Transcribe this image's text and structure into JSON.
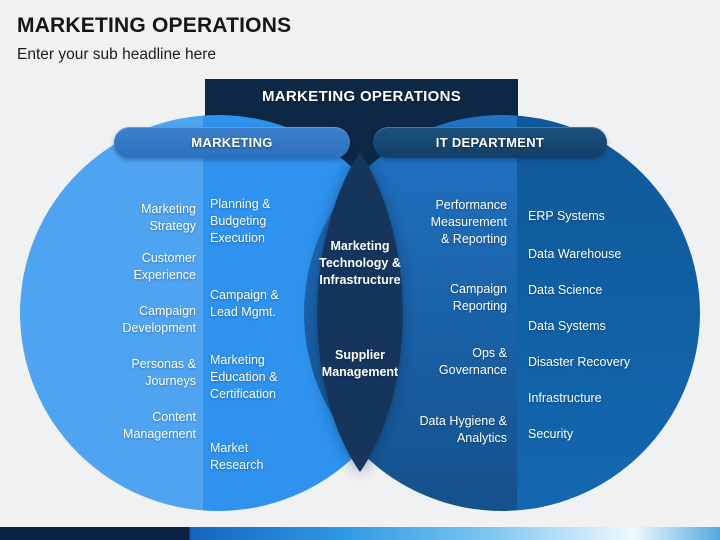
{
  "slide": {
    "title": "MARKETING OPERATIONS",
    "subtitle": "Enter your sub headline here"
  },
  "diagram": {
    "header": "MARKETING OPERATIONS",
    "marketing": {
      "pill": "MARKETING",
      "outer_items": [
        "Marketing Strategy",
        "Customer Experience",
        "Campaign Development",
        "Personas & Journeys",
        "Content Management"
      ],
      "inner_items": [
        "Planning & Budgeting Execution",
        "Campaign & Lead Mgmt.",
        "Marketing Education & Certification",
        "Market Research"
      ]
    },
    "overlap": {
      "items": [
        "Marketing Technology & Infrastructure",
        "Supplier Management"
      ]
    },
    "it": {
      "pill": "IT DEPARTMENT",
      "inner_items": [
        "Performance Measurement & Reporting",
        "Campaign Reporting",
        "Ops & Governance",
        "Data Hygiene & Analytics"
      ],
      "outer_items": [
        "ERP Systems",
        "Data Warehouse",
        "Data Science",
        "Data Systems",
        "Disaster Recovery",
        "Infrastructure",
        "Security"
      ]
    }
  },
  "colors": {
    "background": "#F0F1F2",
    "header_box": "#0D2845",
    "marketing_pill": "#2F78C8",
    "it_pill": "#16466F",
    "marketing_outer_band": "#4FA4F2",
    "marketing_inner_band": "#2E92EE",
    "it_inner_band_top": "#2174C6",
    "it_inner_band_bottom": "#14508A",
    "it_outer_band_top": "#0F5898",
    "it_outer_band_bottom": "#1268B0",
    "overlap_lens": "#16365D",
    "accent_bar_navy": "#0A2144",
    "accent_bar_blue": "#2E9AE4"
  }
}
